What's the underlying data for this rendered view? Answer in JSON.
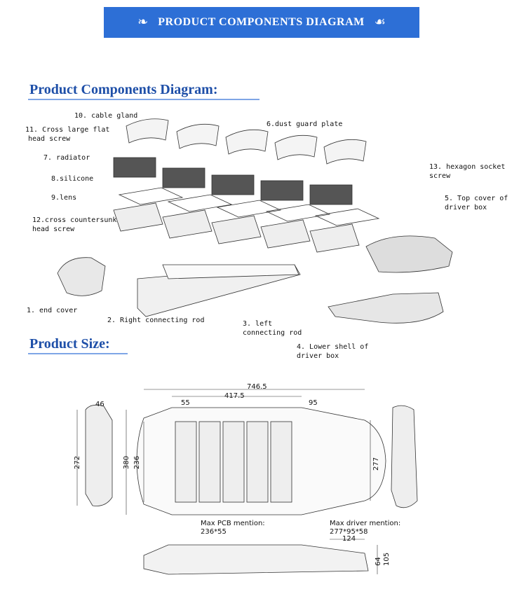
{
  "banner": {
    "title": "PRODUCT COMPONENTS DIAGRAM"
  },
  "sections": {
    "components": "Product Components Diagram:",
    "size": "Product Size:"
  },
  "parts": {
    "p10": "10. cable gland",
    "p11a": "11. Cross large flat",
    "p11b": "head screw",
    "p7": "7. radiator",
    "p8": "8.silicone",
    "p9": "9.lens",
    "p12a": "12.cross countersunk",
    "p12b": "head screw",
    "p1": "1. end cover",
    "p2": "2. Right connecting rod",
    "p3a": "3. left",
    "p3b": "connecting rod",
    "p4a": "4. Lower shell of",
    "p4b": "driver box",
    "p5a": "5. Top cover of",
    "p5b": "driver box",
    "p6": "6.dust guard plate",
    "p13a": "13. hexagon socket",
    "p13b": "screw"
  },
  "dims": {
    "overall_length": "746.5",
    "pcb_length": "417.5",
    "offset": "55",
    "driver_width": "95",
    "side_width": "46",
    "side_height": "272",
    "body_height": "380",
    "pcb_height": "236",
    "driver_height": "277",
    "pcb_label": "Max PCB mention:",
    "pcb_value": "236*55",
    "driver_label": "Max driver mention:",
    "driver_value": "277*95*58",
    "bottom_width": "124",
    "height1": "64",
    "height2": "105"
  },
  "colors": {
    "banner": "#2d6fd6",
    "heading": "#1e4fa8",
    "underline": "#7fa6e6"
  }
}
